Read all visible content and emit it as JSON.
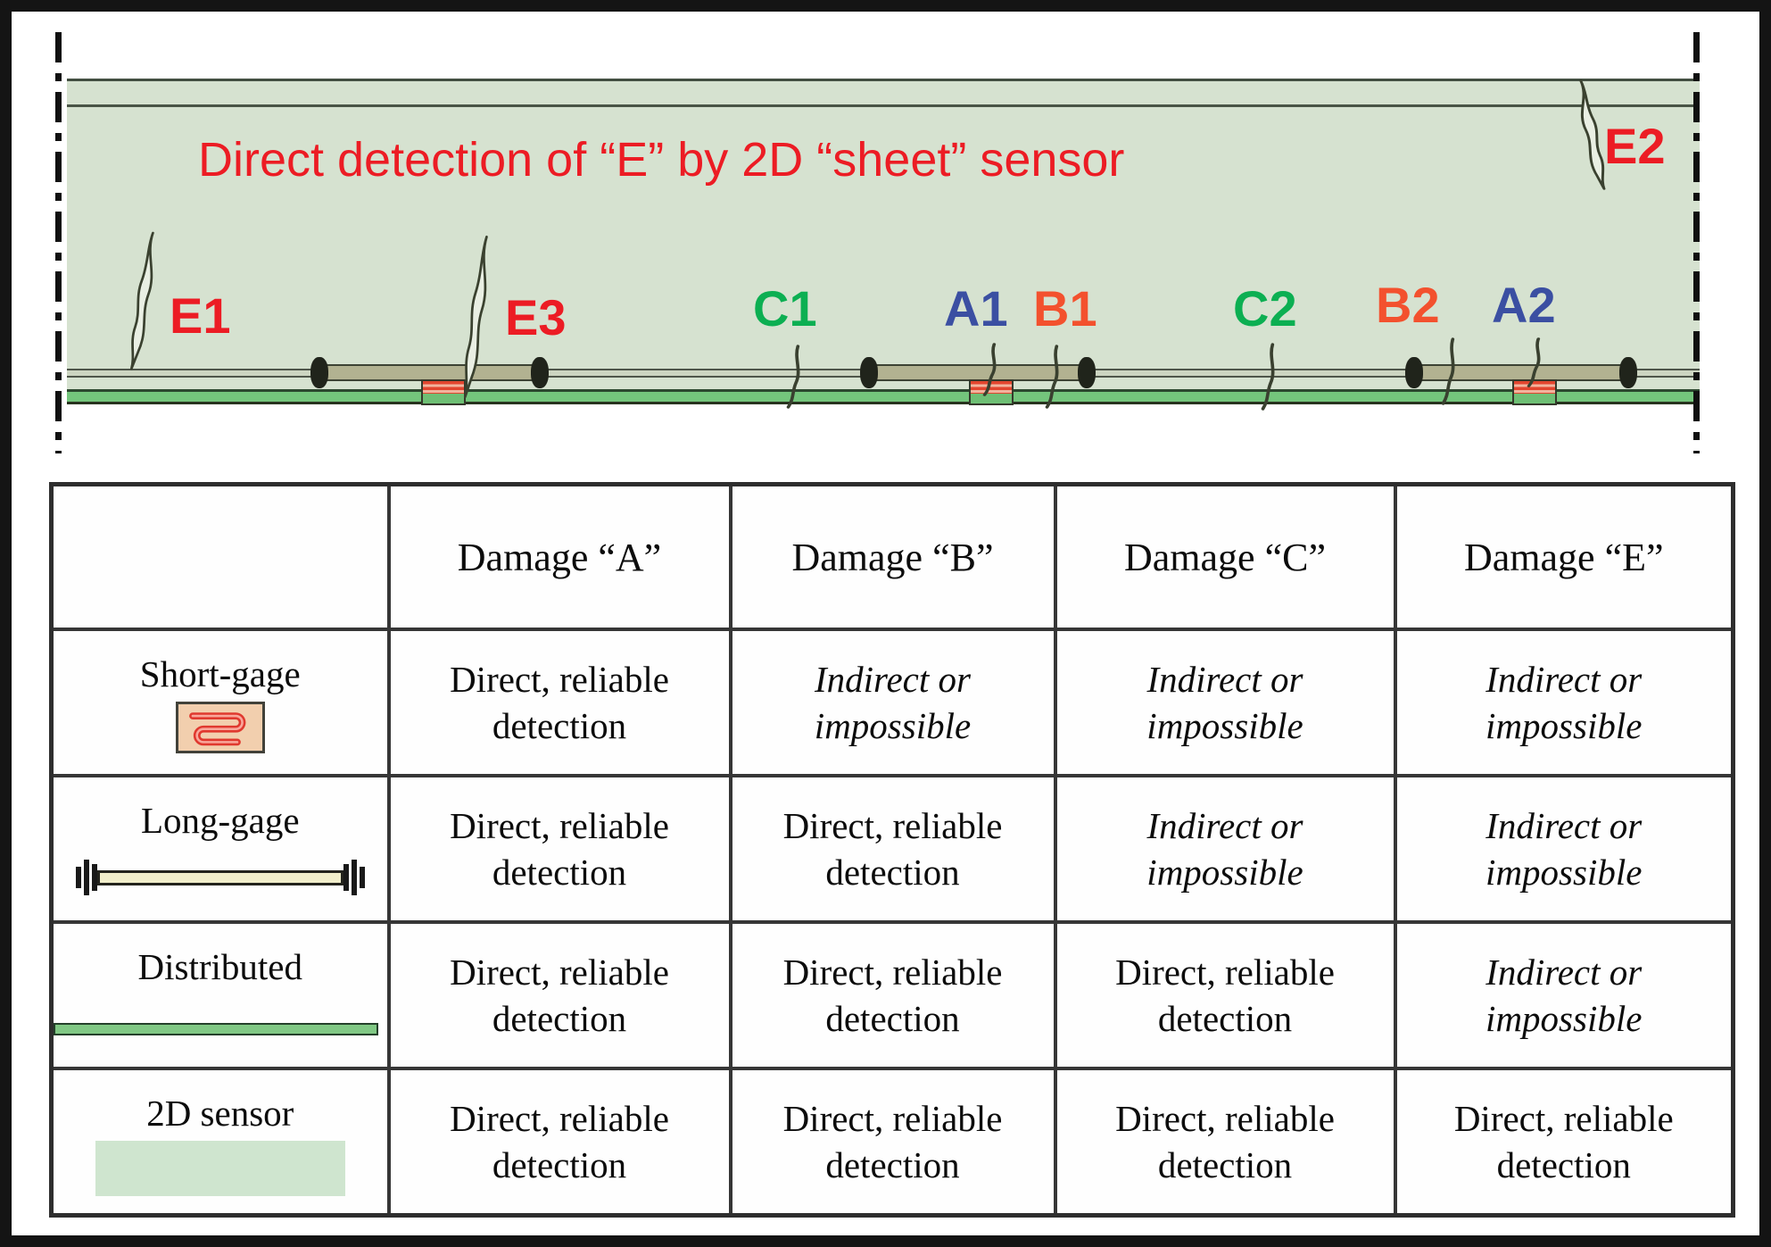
{
  "diagram": {
    "title": "Direct detection of “E” by 2D “sheet” sensor",
    "sheet_color": "#d6e2d0",
    "distributed_band_color": "#74c57c",
    "short_gage_patch_color": "#e2452f",
    "long_gage_bar_color": "#b2b291",
    "damage_colors": {
      "A": "#3b4fa2",
      "B": "#f3512e",
      "C": "#0caf52",
      "E": "#ec1c24"
    },
    "damage_labels": [
      {
        "text": "E1",
        "type": "E"
      },
      {
        "text": "E3",
        "type": "E"
      },
      {
        "text": "C1",
        "type": "C"
      },
      {
        "text": "A1",
        "type": "A"
      },
      {
        "text": "B1",
        "type": "B"
      },
      {
        "text": "C2",
        "type": "C"
      },
      {
        "text": "B2",
        "type": "B"
      },
      {
        "text": "A2",
        "type": "A"
      },
      {
        "text": "E2",
        "type": "E"
      }
    ]
  },
  "table": {
    "headers": [
      "",
      "Damage “A”",
      "Damage “B”",
      "Damage “C”",
      "Damage “E”"
    ],
    "rows": [
      {
        "label": "Short-gage",
        "icon": "short-gage-icon",
        "cells": [
          {
            "text": "Direct, reliable detection",
            "emphasis": "normal"
          },
          {
            "text": "Indirect or impossible",
            "emphasis": "italic"
          },
          {
            "text": "Indirect or impossible",
            "emphasis": "italic"
          },
          {
            "text": "Indirect or impossible",
            "emphasis": "italic"
          }
        ]
      },
      {
        "label": "Long-gage",
        "icon": "long-gage-icon",
        "cells": [
          {
            "text": "Direct, reliable detection",
            "emphasis": "normal"
          },
          {
            "text": "Direct, reliable detection",
            "emphasis": "normal"
          },
          {
            "text": "Indirect or impossible",
            "emphasis": "italic"
          },
          {
            "text": "Indirect or impossible",
            "emphasis": "italic"
          }
        ]
      },
      {
        "label": "Distributed",
        "icon": "distributed-icon",
        "cells": [
          {
            "text": "Direct, reliable detection",
            "emphasis": "normal"
          },
          {
            "text": "Direct, reliable detection",
            "emphasis": "normal"
          },
          {
            "text": "Direct, reliable detection",
            "emphasis": "normal"
          },
          {
            "text": "Indirect or impossible",
            "emphasis": "italic"
          }
        ]
      },
      {
        "label": "2D sensor",
        "icon": "2d-sensor-icon",
        "cells": [
          {
            "text": "Direct, reliable detection",
            "emphasis": "normal"
          },
          {
            "text": "Direct, reliable detection",
            "emphasis": "normal"
          },
          {
            "text": "Direct, reliable detection",
            "emphasis": "normal"
          },
          {
            "text": "Direct, reliable detection",
            "emphasis": "normal"
          }
        ]
      }
    ]
  }
}
